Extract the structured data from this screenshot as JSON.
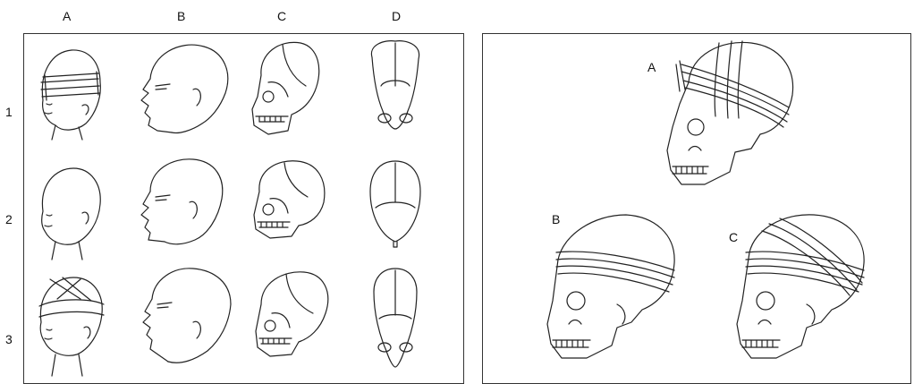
{
  "left_figure": {
    "column_labels": [
      "A",
      "B",
      "C",
      "D"
    ],
    "row_labels": [
      "1",
      "2",
      "3"
    ]
  },
  "right_figure": {
    "labels": [
      "A",
      "B",
      "C"
    ]
  }
}
